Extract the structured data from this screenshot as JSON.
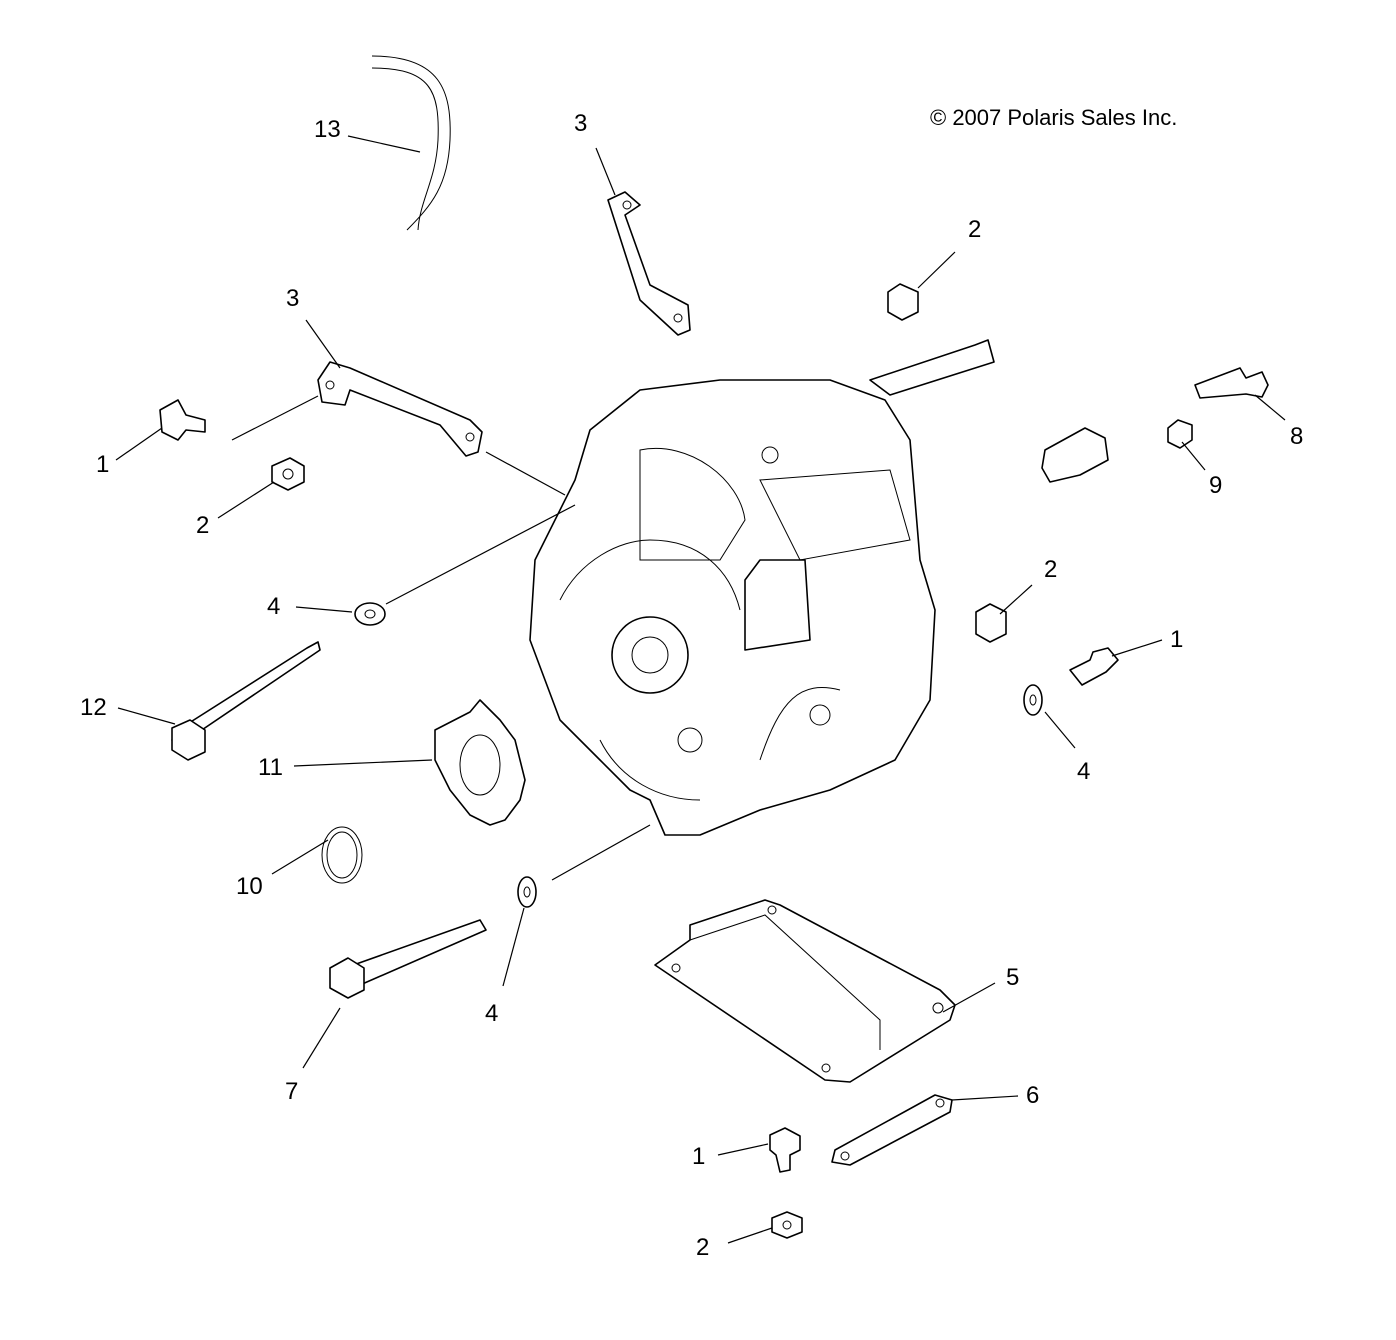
{
  "copyright": "© 2007 Polaris Sales Inc.",
  "callouts": [
    {
      "label": "13",
      "part": "hose"
    },
    {
      "label": "3",
      "part": "bracket-upper"
    },
    {
      "label": "2",
      "part": "nut-upper-right"
    },
    {
      "label": "3",
      "part": "bracket-left"
    },
    {
      "label": "1",
      "part": "bolt-left"
    },
    {
      "label": "2",
      "part": "nut-left"
    },
    {
      "label": "8",
      "part": "bolt-right"
    },
    {
      "label": "9",
      "part": "nut-right"
    },
    {
      "label": "2",
      "part": "nut-right-mid"
    },
    {
      "label": "4",
      "part": "washer-left"
    },
    {
      "label": "1",
      "part": "bolt-right-mid"
    },
    {
      "label": "12",
      "part": "long-bolt"
    },
    {
      "label": "4",
      "part": "washer-right"
    },
    {
      "label": "11",
      "part": "sprocket"
    },
    {
      "label": "10",
      "part": "snap-ring"
    },
    {
      "label": "4",
      "part": "washer-lower"
    },
    {
      "label": "5",
      "part": "mount-plate"
    },
    {
      "label": "7",
      "part": "long-bolt-lower"
    },
    {
      "label": "6",
      "part": "strap"
    },
    {
      "label": "1",
      "part": "bolt-bottom"
    },
    {
      "label": "2",
      "part": "nut-bottom"
    }
  ]
}
